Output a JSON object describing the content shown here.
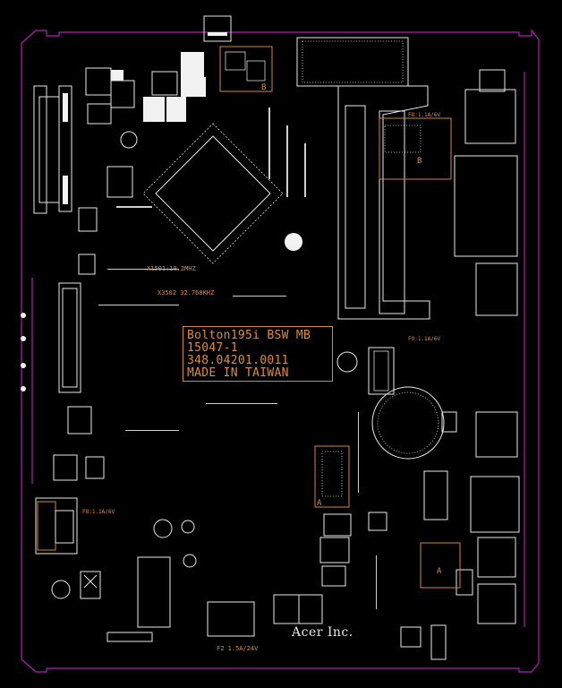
{
  "board_label": {
    "line1": "Bolton195i BSW MB",
    "line2": "15047-1",
    "line3": "348.04201.0011",
    "line4": "MADE IN TAIWAN"
  },
  "silkscreen": {
    "crystal1": "X1501:19.2MHZ",
    "crystal2": "X3502 32.768KHZ",
    "fuse_top_right": "F8:1.1A/6V",
    "fuse_right": "F9:1.1A/6V",
    "fuse_left": "F8:1.1A/6V",
    "fuse_bottom": "F2 1.5A/24V",
    "marker_b_top": "B",
    "marker_b_right": "B",
    "marker_a_center": "A",
    "marker_a_right": "A",
    "brand": "Acer Inc."
  },
  "colors": {
    "background": "#000000",
    "silkscreen": "#e8e8e8",
    "board_outline": "#b21eb2",
    "label_text": "#e08a3c",
    "fuse_text": "#e04040"
  }
}
